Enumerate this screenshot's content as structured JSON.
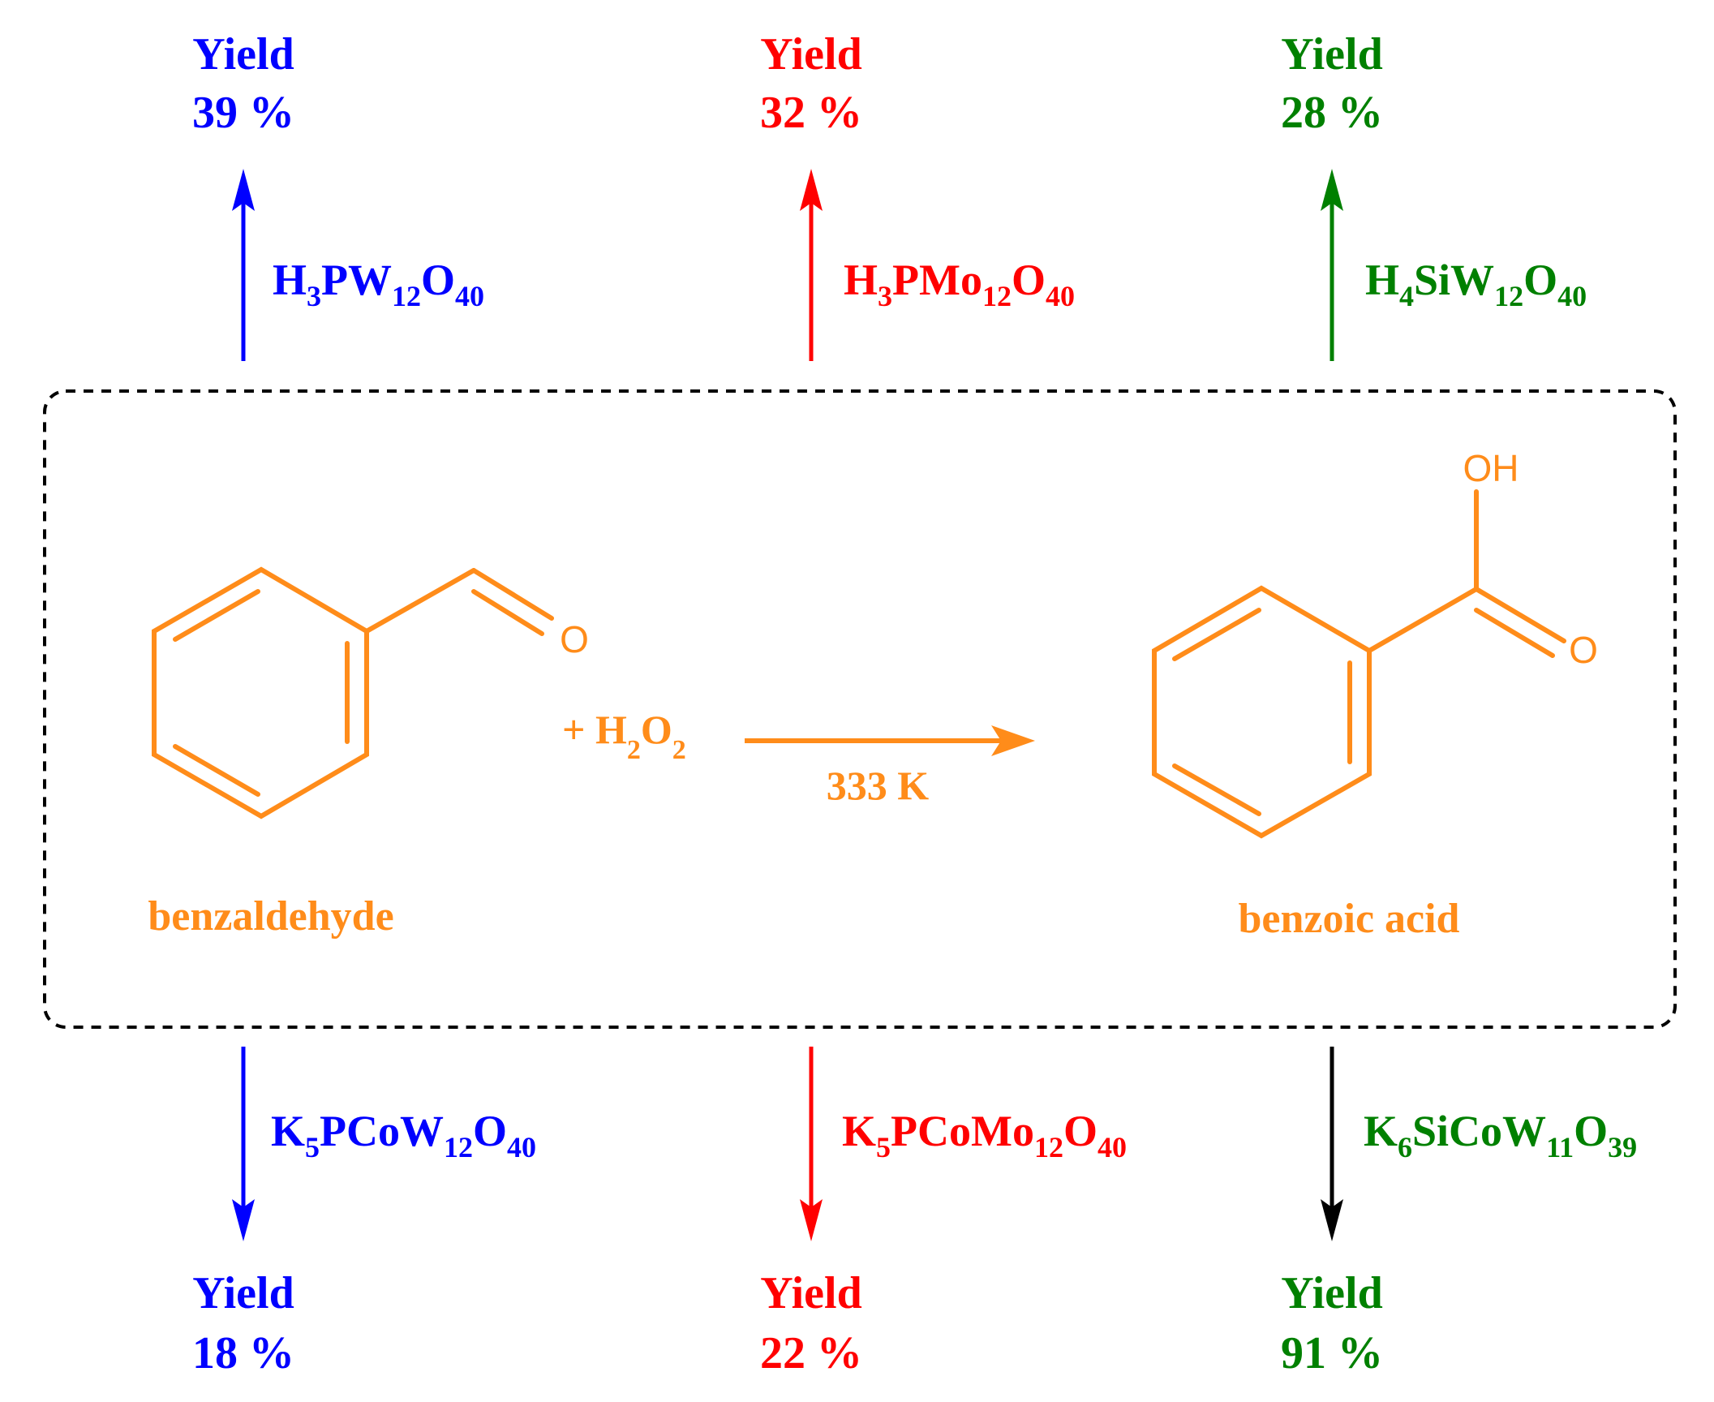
{
  "colors": {
    "blue": "#0000ff",
    "red": "#ff0000",
    "green": "#008000",
    "black": "#000000",
    "orange": "#ff8c1a"
  },
  "reaction": {
    "reactant_name": "benzaldehyde",
    "product_name": "benzoic acid",
    "reagent_plus": "+ H",
    "reagent_sub1": "2",
    "reagent_O": "O",
    "reagent_sub2": "2",
    "condition": "333 K",
    "aldehyde_O": "O",
    "acid_O": "O",
    "acid_OH": "OH"
  },
  "catalysts_top": [
    {
      "formula": [
        [
          "H",
          ""
        ],
        [
          "3",
          "sub"
        ],
        [
          "PW",
          ""
        ],
        [
          "12",
          "sub"
        ],
        [
          "O",
          ""
        ],
        [
          "40",
          "sub"
        ]
      ],
      "yield_label": "Yield",
      "yield_value": "39 %",
      "color": "blue"
    },
    {
      "formula": [
        [
          "H",
          ""
        ],
        [
          "3",
          "sub"
        ],
        [
          "PMo",
          ""
        ],
        [
          "12",
          "sub"
        ],
        [
          "O",
          ""
        ],
        [
          "40",
          "sub"
        ]
      ],
      "yield_label": "Yield",
      "yield_value": "32  %",
      "color": "red"
    },
    {
      "formula": [
        [
          "H",
          ""
        ],
        [
          "4",
          "sub"
        ],
        [
          "SiW",
          ""
        ],
        [
          "12",
          "sub"
        ],
        [
          "O",
          ""
        ],
        [
          "40",
          "sub"
        ]
      ],
      "yield_label": "Yield",
      "yield_value": "28 %",
      "color": "green"
    }
  ],
  "catalysts_bottom": [
    {
      "formula": [
        [
          "K",
          ""
        ],
        [
          "5",
          "sub"
        ],
        [
          "PCoW",
          ""
        ],
        [
          "12",
          "sub"
        ],
        [
          "O",
          ""
        ],
        [
          "40",
          "sub"
        ]
      ],
      "yield_label": "Yield",
      "yield_value": "18 %",
      "color": "blue",
      "arrow_color": "blue"
    },
    {
      "formula": [
        [
          "K",
          ""
        ],
        [
          "5",
          "sub"
        ],
        [
          "PCoMo",
          ""
        ],
        [
          "12",
          "sub"
        ],
        [
          "O",
          ""
        ],
        [
          "40",
          "sub"
        ]
      ],
      "yield_label": "Yield",
      "yield_value": "22 %",
      "color": "red",
      "arrow_color": "red"
    },
    {
      "formula": [
        [
          "K",
          ""
        ],
        [
          "6",
          "sub"
        ],
        [
          "SiCoW",
          ""
        ],
        [
          "11",
          "sub"
        ],
        [
          "O",
          ""
        ],
        [
          "39",
          "sub"
        ]
      ],
      "yield_label": "Yield",
      "yield_value": "91 %",
      "color": "green",
      "arrow_color": "black"
    }
  ]
}
